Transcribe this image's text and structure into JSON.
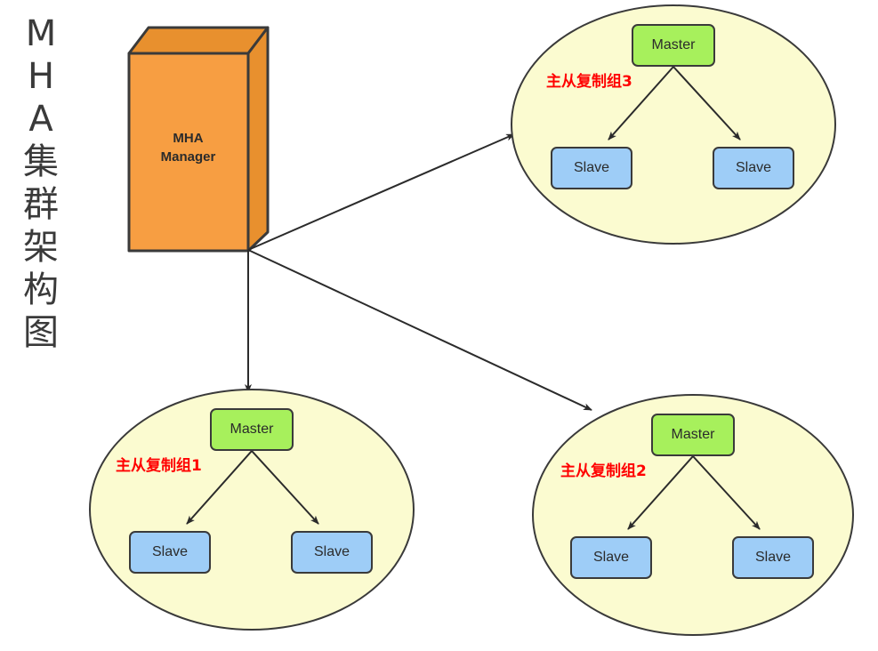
{
  "diagram": {
    "title_chars": [
      "M",
      "H",
      "A",
      "集",
      "群",
      "架",
      "构",
      "图"
    ],
    "title_text": "MHA集群架构图",
    "background_color": "#ffffff"
  },
  "manager": {
    "line1": "MHA",
    "line2": "Manager",
    "front_color": "#f79e42",
    "top_color": "#e8902e",
    "side_color": "#e8902e",
    "border_color": "#3a3a3a"
  },
  "colors": {
    "ellipse_fill": "#fbfbd0",
    "ellipse_border": "#3a3a3a",
    "master_fill": "#a7f05c",
    "slave_fill": "#9ecdf7",
    "node_border": "#3a3a3a",
    "label_red": "#ff0000",
    "arrow": "#2b2b2b"
  },
  "groups": [
    {
      "id": "group3",
      "label": "主从复制组3",
      "master": "Master",
      "slave_left": "Slave",
      "slave_right": "Slave"
    },
    {
      "id": "group1",
      "label": "主从复制组1",
      "master": "Master",
      "slave_left": "Slave",
      "slave_right": "Slave"
    },
    {
      "id": "group2",
      "label": "主从复制组2",
      "master": "Master",
      "slave_left": "Slave",
      "slave_right": "Slave"
    }
  ],
  "connections": [
    {
      "from": "MHA Manager",
      "to": "主从复制组3"
    },
    {
      "from": "MHA Manager",
      "to": "主从复制组1"
    },
    {
      "from": "MHA Manager",
      "to": "主从复制组2"
    }
  ]
}
